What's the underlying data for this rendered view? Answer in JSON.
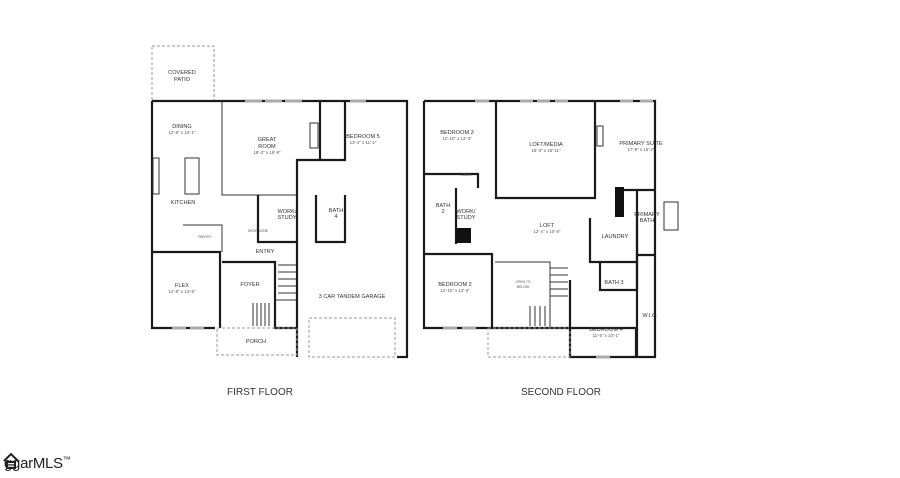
{
  "first_floor": {
    "caption": "FIRST FLOOR",
    "rooms": {
      "covered_patio": [
        "COVERED",
        "PATIO"
      ],
      "dining": {
        "name": "DINING",
        "dims": "12'-8\" x 10'-1\""
      },
      "great_room": {
        "name": [
          "GREAT",
          "ROOM"
        ],
        "dims": "18'-3\" x 16'-9\""
      },
      "bedroom5": {
        "name": "BEDROOM 5",
        "dims": "13'-4\" x 11'-1\""
      },
      "kitchen": "KITCHEN",
      "pantry": "PANTRY",
      "work_study": [
        "WORK/",
        "STUDY"
      ],
      "bath4": [
        "BATH",
        "4"
      ],
      "drop_zone": "DROP ZONE",
      "entry": "ENTRY",
      "foyer": "FOYER",
      "flex": {
        "name": "FLEX",
        "dims": "12'-8\" x 13'-5\""
      },
      "garage": "3 CAR TANDEM GARAGE",
      "porch": "PORCH"
    }
  },
  "second_floor": {
    "caption": "SECOND FLOOR",
    "rooms": {
      "bedroom3": {
        "name": "BEDROOM 3",
        "dims": "12'-10\" x 12'-3\""
      },
      "loft_media": {
        "name": "LOFT/MEDIA",
        "dims": "18'-3\" x 16'-11\""
      },
      "primary_suite": {
        "name": "PRIMARY SUITE",
        "dims": "17'-8\" x 15'-2\""
      },
      "linen": "LINEN",
      "bath2": [
        "BATH",
        "2"
      ],
      "work_study": [
        "WORK/",
        "STUDY"
      ],
      "loft": {
        "name": "LOFT",
        "dims": "12'-4\" x 10'-6\""
      },
      "laundry": "LAUNDRY",
      "primary_bath": [
        "PRIMARY",
        "BATH"
      ],
      "bedroom2": {
        "name": "BEDROOM 2",
        "dims": "12'-10\" x 13'-3\""
      },
      "open_to_below": [
        "OPEN TO",
        "BELOW"
      ],
      "bath3": "BATH 3",
      "bedroom4": {
        "name": "BEDROOM 4",
        "dims": "11'-5\" x 10'-1\""
      },
      "wic": "W.I.C."
    }
  },
  "watermark": {
    "text": "ggarMLS",
    "tm": "™",
    "icon": "house-icon"
  }
}
